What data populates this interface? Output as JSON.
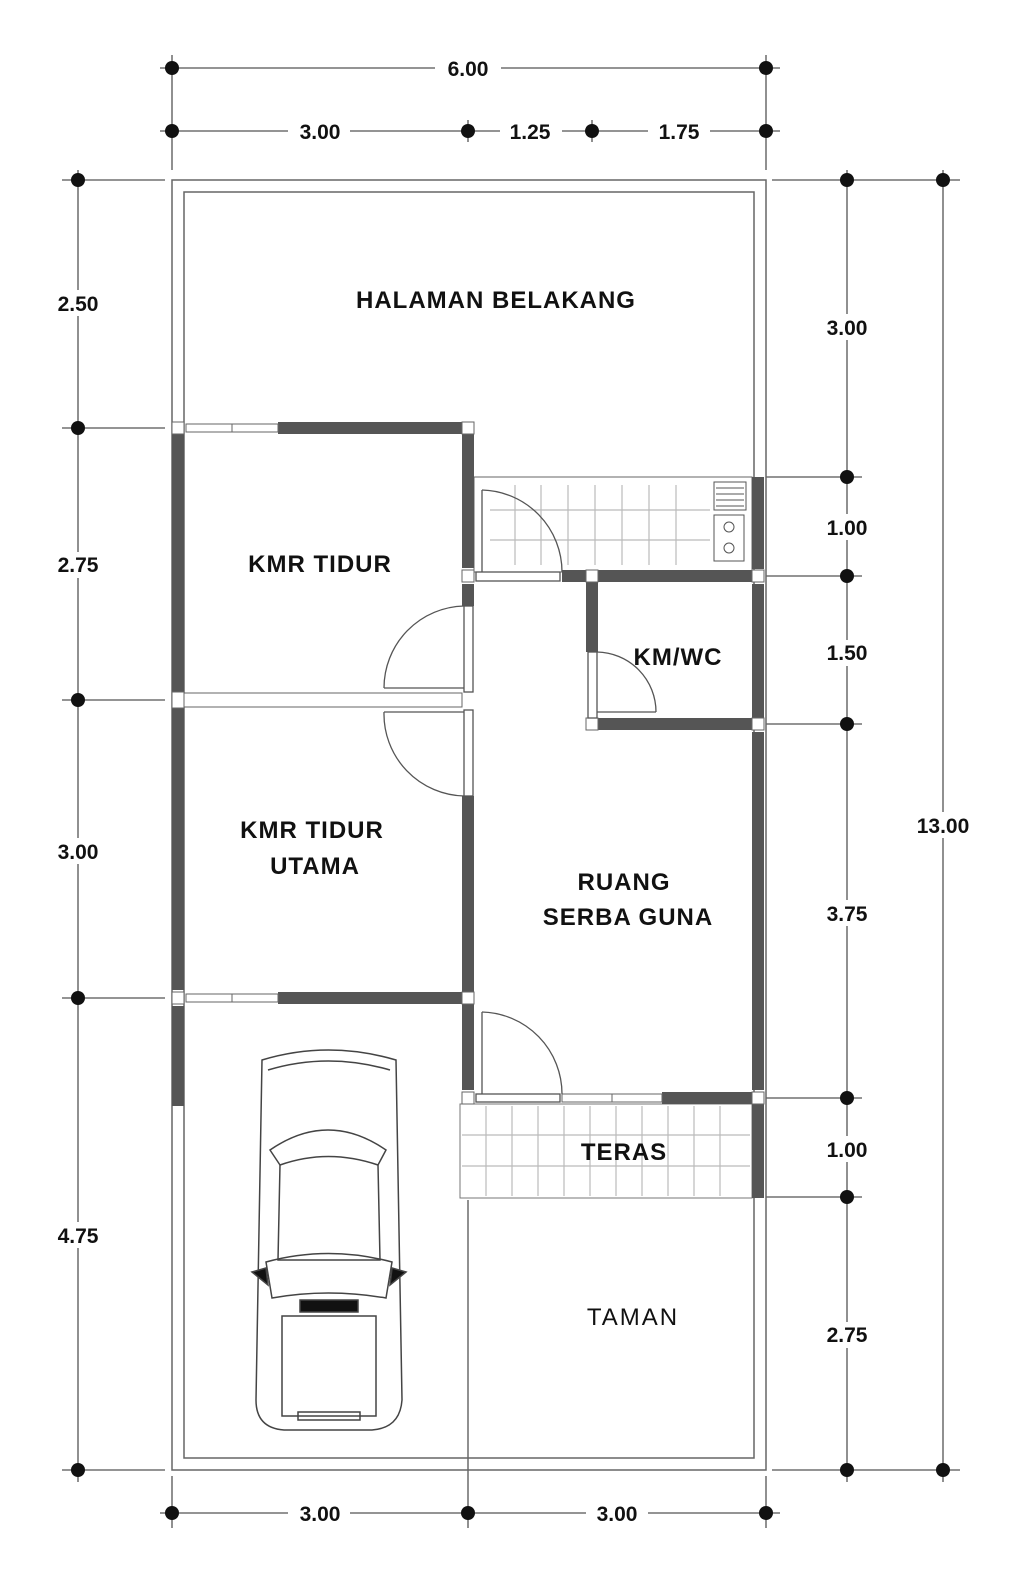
{
  "title": "Denah Rumah 6x13",
  "dimensions": {
    "top_total": "6.00",
    "top_segments": [
      "3.00",
      "1.25",
      "1.75"
    ],
    "left_segments": [
      "2.50",
      "2.75",
      "3.00",
      "4.75"
    ],
    "right_segments": [
      "3.00",
      "1.00",
      "1.50",
      "3.75",
      "1.00",
      "2.75"
    ],
    "right_total": "13.00",
    "bottom_segments": [
      "3.00",
      "3.00"
    ]
  },
  "rooms": {
    "backyard": "HALAMAN BELAKANG",
    "bedroom": "KMR TIDUR",
    "master_bedroom_line1": "KMR TIDUR",
    "master_bedroom_line2": "UTAMA",
    "bathroom": "KM/WC",
    "living_line1": "RUANG",
    "living_line2": "SERBA GUNA",
    "terrace": "TERAS",
    "garden": "TAMAN"
  },
  "colors": {
    "wall": "#555555",
    "line": "#666666"
  }
}
